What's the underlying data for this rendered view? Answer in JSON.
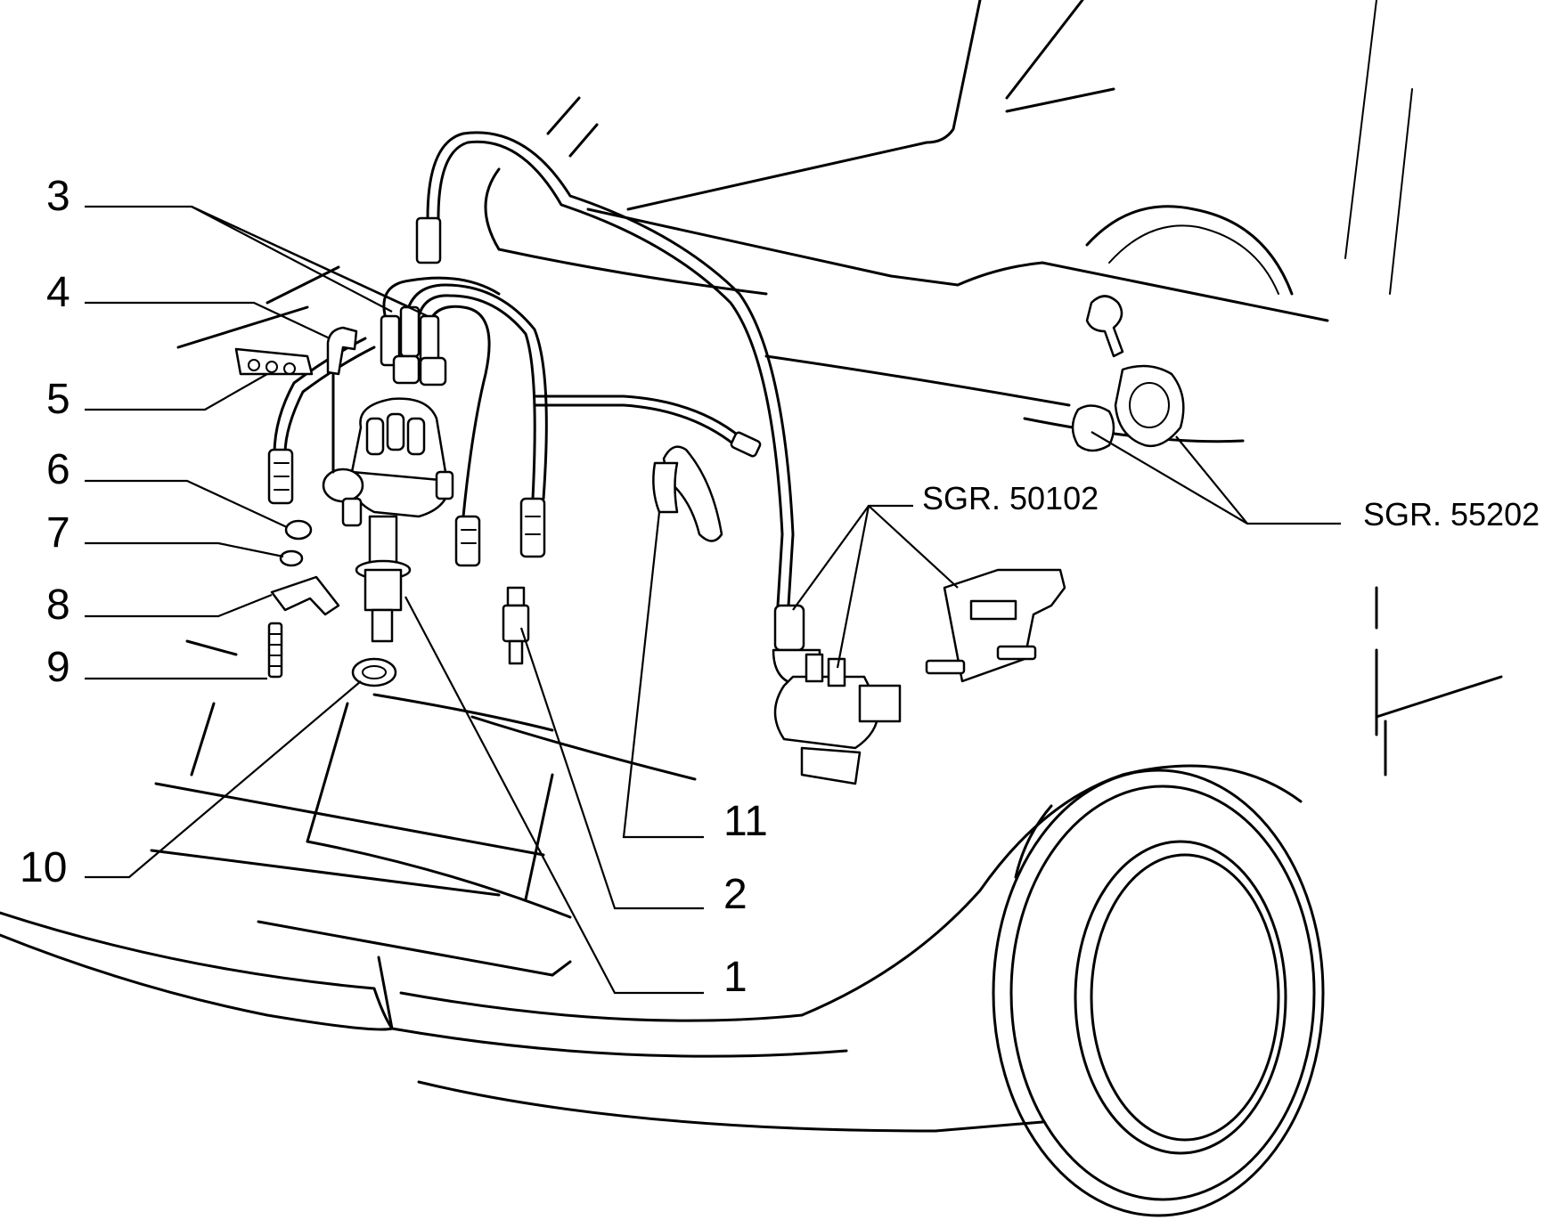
{
  "callouts": {
    "c1": "1",
    "c2": "2",
    "c3": "3",
    "c4": "4",
    "c5": "5",
    "c6": "6",
    "c7": "7",
    "c8": "8",
    "c9": "9",
    "c10": "10",
    "c11": "11"
  },
  "references": {
    "coil_group": "SGR. 50102",
    "switch_group": "SGR. 55202"
  }
}
